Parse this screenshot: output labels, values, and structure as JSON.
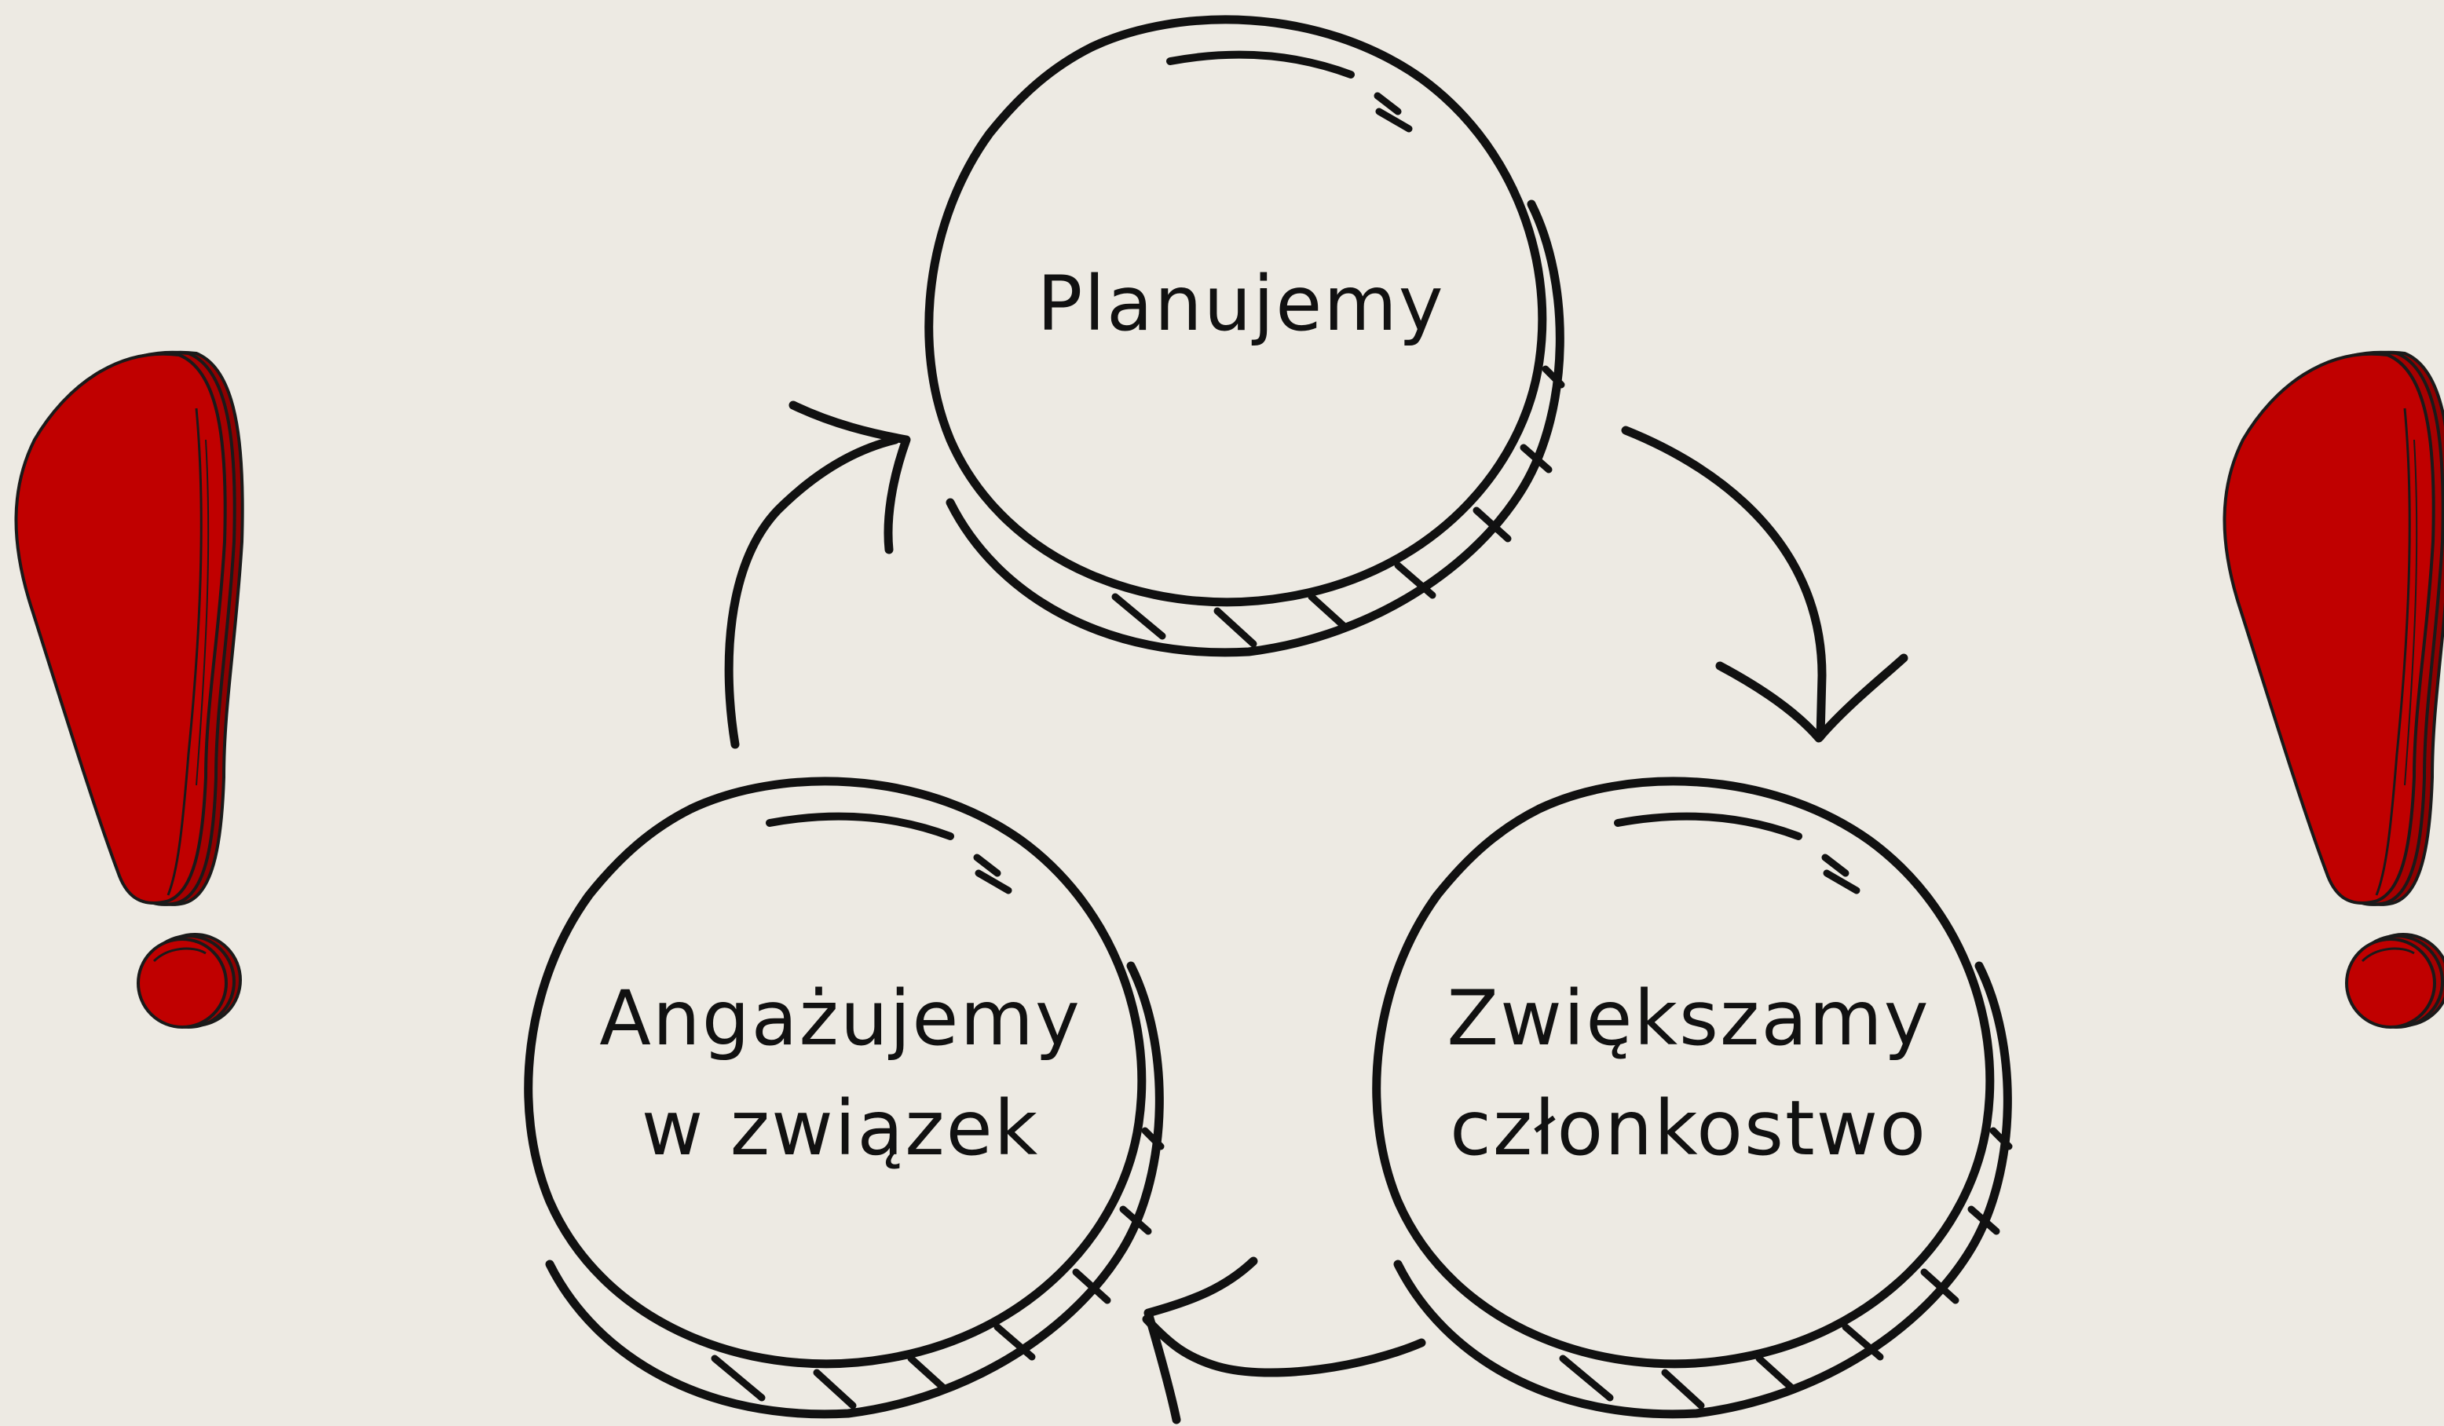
{
  "diagram": {
    "type": "cycle",
    "nodes": [
      {
        "id": "planujemy",
        "label_lines": [
          "Planujemy"
        ]
      },
      {
        "id": "zwiekszamy",
        "label_lines": [
          "Zwiększamy",
          "członkostwo"
        ]
      },
      {
        "id": "angazujemy",
        "label_lines": [
          "Angażujemy",
          "w związek"
        ]
      }
    ],
    "edges": [
      {
        "from": "planujemy",
        "to": "zwiekszamy"
      },
      {
        "from": "zwiekszamy",
        "to": "angazujemy"
      },
      {
        "from": "angazujemy",
        "to": "planujemy"
      }
    ]
  },
  "decorations": {
    "icon": "exclamation-mark-icon",
    "count": 2,
    "fill_color": "#C00000",
    "outline_color": "#1A1A1A"
  },
  "colors": {
    "background": "#EDEAE3",
    "stroke": "#111111"
  }
}
